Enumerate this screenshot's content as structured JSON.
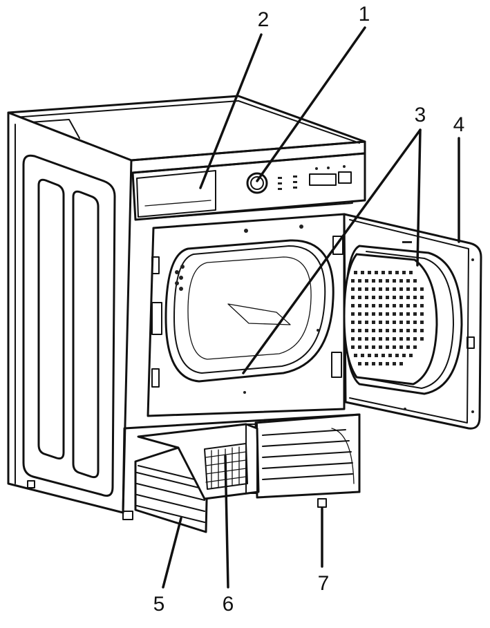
{
  "callouts": [
    {
      "label": "1"
    },
    {
      "label": "2"
    },
    {
      "label": "3"
    },
    {
      "label": "4"
    },
    {
      "label": "5"
    },
    {
      "label": "6"
    },
    {
      "label": "7"
    }
  ],
  "colors": {
    "line": "#111111",
    "background": "#ffffff"
  }
}
